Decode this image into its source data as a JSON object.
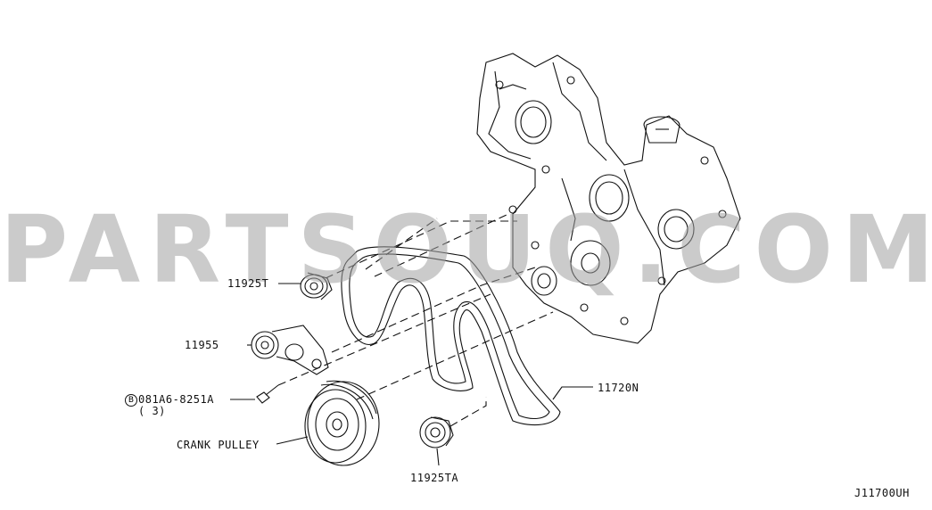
{
  "watermark": {
    "text": "PARTSOUQ.COM"
  },
  "parts": [
    {
      "id": "11925T",
      "label": "11925T"
    },
    {
      "id": "11955",
      "label": "11955"
    },
    {
      "id": "bolt",
      "label": "081A6-8251A",
      "qty": "( 3)",
      "badge": "B"
    },
    {
      "id": "crank",
      "label": "CRANK PULLEY"
    },
    {
      "id": "11925TA",
      "label": "11925TA"
    },
    {
      "id": "11720N",
      "label": "11720N"
    }
  ],
  "diagram_code": "J11700UH",
  "colors": {
    "line": "#111111",
    "watermark": "#a0a0a0"
  }
}
